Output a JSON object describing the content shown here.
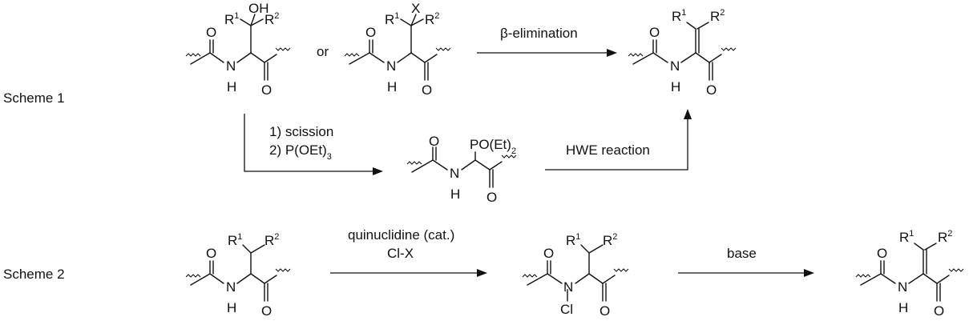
{
  "schemes": {
    "scheme1_label": "Scheme 1",
    "scheme2_label": "Scheme 2"
  },
  "atoms": {
    "O": "O",
    "N": "N",
    "H": "H",
    "OH": "OH",
    "X": "X",
    "Cl": "Cl",
    "R": "R",
    "one": "1",
    "two": "2"
  },
  "scheme1": {
    "or_text": "or",
    "elimination_label": "β-elimination",
    "scission_line1": "1) scission",
    "scission_line2_prefix": "2) P(OEt)",
    "scission_line2_sub": "3",
    "phosphonate_prefix": "PO(Et)",
    "phosphonate_sub": "2",
    "hwe_label": "HWE reaction"
  },
  "scheme2": {
    "catalyst_label": "quinuclidine (cat.)",
    "reagent_label": "Cl-X",
    "base_label": "base"
  }
}
